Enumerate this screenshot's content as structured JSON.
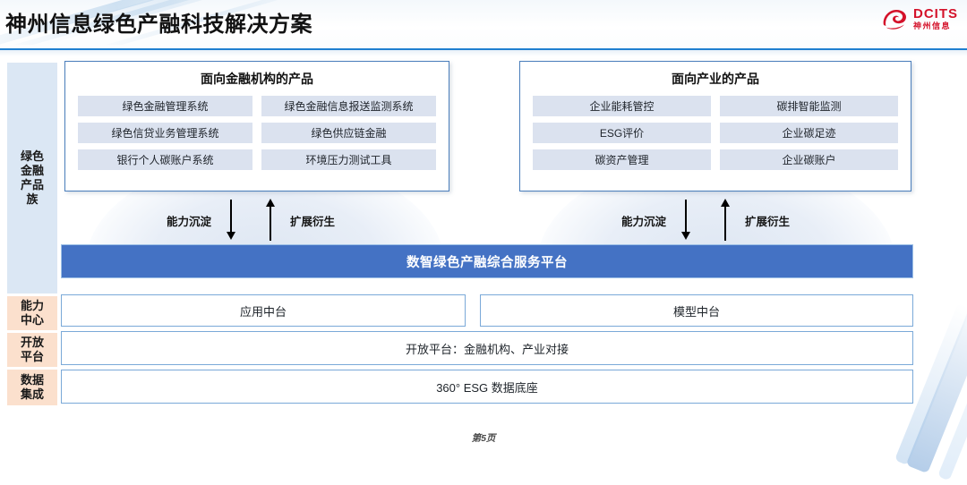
{
  "header": {
    "title": "神州信息绿色产融科技解决方案",
    "logo": {
      "en": "DCITS",
      "cn": "神州信息",
      "color": "#d4122a"
    }
  },
  "sidebar": {
    "items": [
      {
        "label": "绿色\n金融\n产品\n族",
        "color": "#dbe7f4"
      },
      {
        "label": "能力\n中心",
        "color": "#fbe0cd"
      },
      {
        "label": "开放\n平台",
        "color": "#fbe0cd"
      },
      {
        "label": "数据\n集成",
        "color": "#fbe0cd"
      }
    ]
  },
  "product_boxes": [
    {
      "title": "面向金融机构的产品",
      "items": [
        "绿色金融管理系统",
        "绿色金融信息报送监测系统",
        "绿色信贷业务管理系统",
        "绿色供应链金融",
        "银行个人碳账户系统",
        "环境压力测试工具"
      ]
    },
    {
      "title": "面向产业的产品",
      "items": [
        "企业能耗管控",
        "碳排智能监测",
        "ESG评价",
        "企业碳足迹",
        "碳资产管理",
        "企业碳账户"
      ]
    }
  ],
  "arrow_groups": [
    {
      "down_label": "能力沉淀",
      "up_label": "扩展衍生"
    },
    {
      "down_label": "能力沉淀",
      "up_label": "扩展衍生"
    }
  ],
  "platform": {
    "label": "数智绿色产融综合服务平台",
    "bg": "#4472c4",
    "text_color": "#ffffff"
  },
  "capability_center": {
    "left": "应用中台",
    "right": "模型中台"
  },
  "open_platform": {
    "label": "开放平台：金融机构、产业对接"
  },
  "data_integration": {
    "label": "360° ESG 数据底座"
  },
  "footer": {
    "page_label": "第5页"
  }
}
